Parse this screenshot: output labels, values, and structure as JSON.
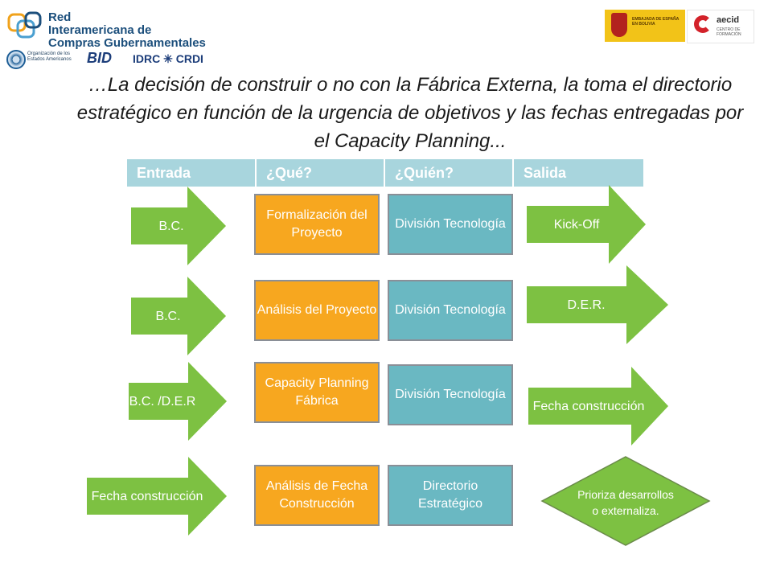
{
  "logos": {
    "red_lines": [
      "Red",
      "Interamericana de",
      "Compras Gubernamentales"
    ],
    "oea": "Organización de los Estados Americanos",
    "bid": "BID",
    "idrc": "IDRC ✳ CRDI",
    "spain": "EMBAJADA DE ESPAÑA EN BOLIVIA",
    "aecid": "aecid",
    "aecid_sub": "CENTRO DE FORMACIÓN"
  },
  "heading": "…La decisión de construir o no con la Fábrica Externa, la toma el directorio estratégico en función de la urgencia de objetivos y las fechas entregadas por el Capacity Planning...",
  "columns": [
    "Entrada",
    "¿Qué?",
    "¿Quién?",
    "Salida"
  ],
  "rows": [
    {
      "entrada": "B.C.",
      "que": "Formalización del Proyecto",
      "quien": "División Tecnología",
      "salida": "Kick-Off"
    },
    {
      "entrada": "B.C.",
      "que": "Análisis del Proyecto",
      "quien": "División Tecnología",
      "salida": "D.E.R."
    },
    {
      "entrada": "B.C. /D.E.R",
      "que": "Capacity Planning Fábrica",
      "quien": "División Tecnología",
      "salida": "Fecha construcción"
    },
    {
      "entrada": "Fecha construcción",
      "que": "Análisis de Fecha Construcción",
      "quien": "Directorio Estratégico",
      "salida": "Prioriza desarrollos o externaliza."
    }
  ],
  "colors": {
    "arrow": "#7dc142",
    "que": "#f7a71f",
    "quien": "#6ab8c2",
    "header": "#a8d5dd"
  }
}
